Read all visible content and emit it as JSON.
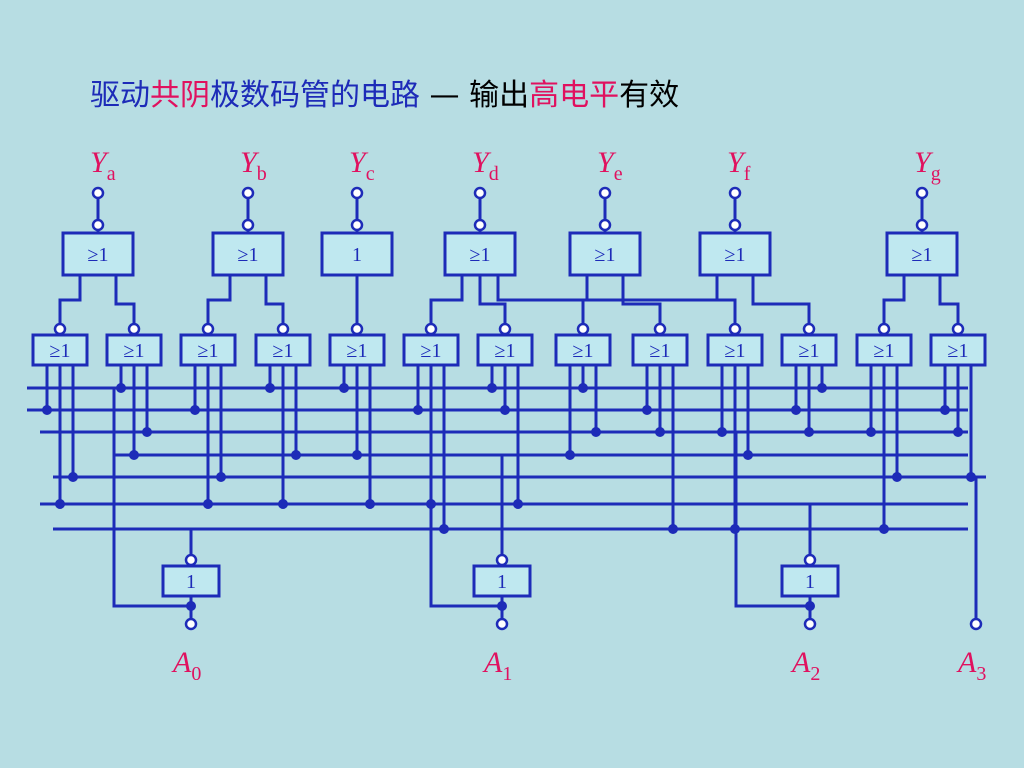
{
  "title": {
    "part1": "驱动",
    "part2": "共阴",
    "part3": "极数码管的电路",
    "part4": " — 输出",
    "part5": "高电平",
    "part6": "有效"
  },
  "outputs": [
    {
      "letter": "Y",
      "sub": "a"
    },
    {
      "letter": "Y",
      "sub": "b"
    },
    {
      "letter": "Y",
      "sub": "c"
    },
    {
      "letter": "Y",
      "sub": "d"
    },
    {
      "letter": "Y",
      "sub": "e"
    },
    {
      "letter": "Y",
      "sub": "f"
    },
    {
      "letter": "Y",
      "sub": "g"
    }
  ],
  "output_gates": [
    "≥1",
    "≥1",
    "1",
    "≥1",
    "≥1",
    "≥1",
    "≥1"
  ],
  "and_gates": [
    "≥1",
    "≥1",
    "≥1",
    "≥1",
    "≥1",
    "≥1",
    "≥1",
    "≥1",
    "≥1",
    "≥1",
    "≥1",
    "≥1",
    "≥1"
  ],
  "inverters": [
    "1",
    "1",
    "1"
  ],
  "inputs": [
    {
      "letter": "A",
      "sub": "0"
    },
    {
      "letter": "A",
      "sub": "1"
    },
    {
      "letter": "A",
      "sub": "2"
    },
    {
      "letter": "A",
      "sub": "3"
    }
  ],
  "colors": {
    "background": "#b7dde3",
    "wire": "#1d2bb8",
    "gate_fill": "#bfe8f0",
    "label": "#e0115f",
    "gate_text": "#1d2bb8",
    "title_blue": "#1d2bb8",
    "title_red": "#e0115f"
  }
}
